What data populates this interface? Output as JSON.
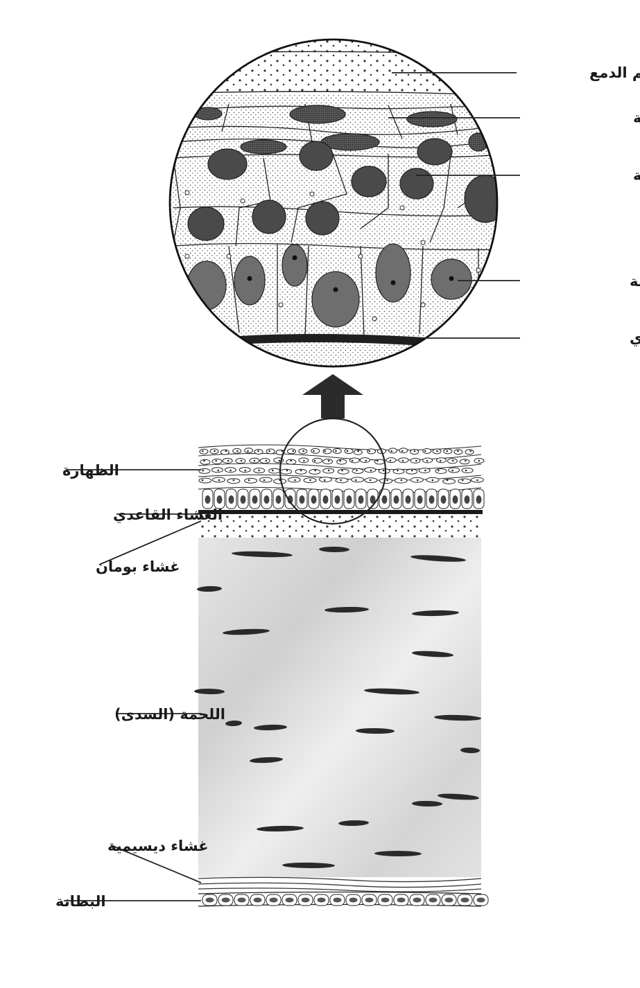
{
  "diagram": {
    "labels": {
      "tear_film": "فيلم الدمع",
      "superficial_cells": "الخلايا السطحية",
      "wing_cells": "الخلايا الجناحية",
      "basal_cells": "الخلايا القاعدية",
      "basement_membrane_top": "الغشاء القاعدي",
      "epithelium": "الظهارة",
      "basement_membrane": "الغشاء القاعدي",
      "bowman_layer": "غشاء بومان",
      "stroma": "اللحمة (السدى)",
      "descemet_membrane": "غشاء ديسيمية",
      "endothelium": "البطانة"
    },
    "colors": {
      "ink": "#1a1a1a",
      "nucleus": "#4a4a4a",
      "basal_nucleus": "#6e6e6e",
      "stroma": "#d9d9d9",
      "keratocyte": "#2a2a2a"
    }
  }
}
